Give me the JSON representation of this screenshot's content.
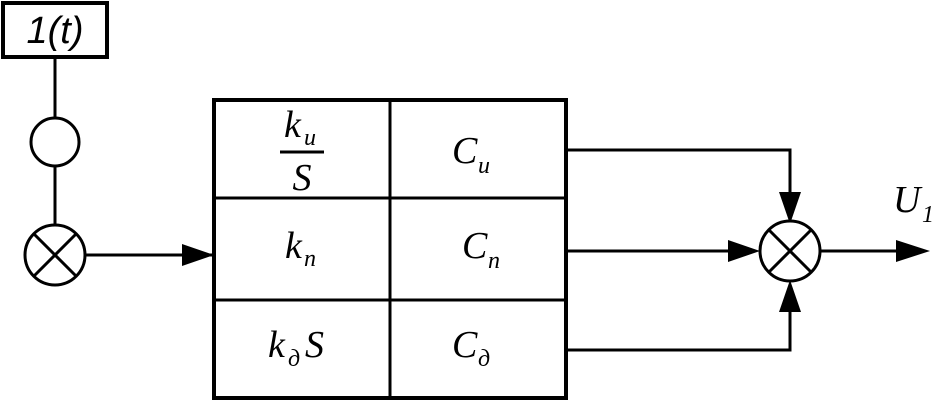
{
  "source": {
    "label": "1(t)"
  },
  "table": {
    "rows": [
      {
        "k_main": "k",
        "k_sub": "и",
        "k_den": "S",
        "c_main": "C",
        "c_sub": "и"
      },
      {
        "k_main": "k",
        "k_sub": "п",
        "c_main": "C",
        "c_sub": "п"
      },
      {
        "k_main": "k",
        "k_sub": "д",
        "k_suffix": "S",
        "c_main": "C",
        "c_sub": "д"
      }
    ]
  },
  "output": {
    "main": "U",
    "sub": "1"
  }
}
